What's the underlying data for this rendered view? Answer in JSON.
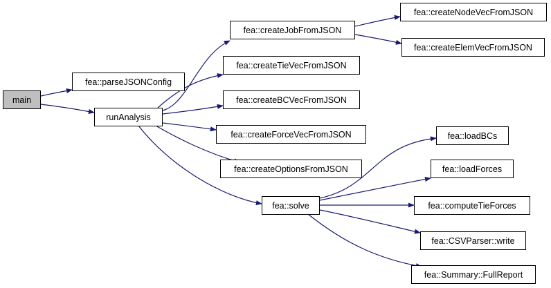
{
  "graph": {
    "edge_color": "#191970",
    "root_fill": "#bfbfbf",
    "nodes": {
      "main": "main",
      "parseJSONConfig": "fea::parseJSONConfig",
      "runAnalysis": "runAnalysis",
      "createJobFromJSON": "fea::createJobFromJSON",
      "createTieVecFromJSON": "fea::createTieVecFromJSON",
      "createBCVecFromJSON": "fea::createBCVecFromJSON",
      "createForceVecFromJSON": "fea::createForceVecFromJSON",
      "createOptionsFromJSON": "fea::createOptionsFromJSON",
      "solve": "fea::solve",
      "createNodeVecFromJSON": "fea::createNodeVecFromJSON",
      "createElemVecFromJSON": "fea::createElemVecFromJSON",
      "loadBCs": "fea::loadBCs",
      "loadForces": "fea::loadForces",
      "computeTieForces": "fea::computeTieForces",
      "csvWrite": "fea::CSVParser::write",
      "fullReport": "fea::Summary::FullReport"
    }
  }
}
